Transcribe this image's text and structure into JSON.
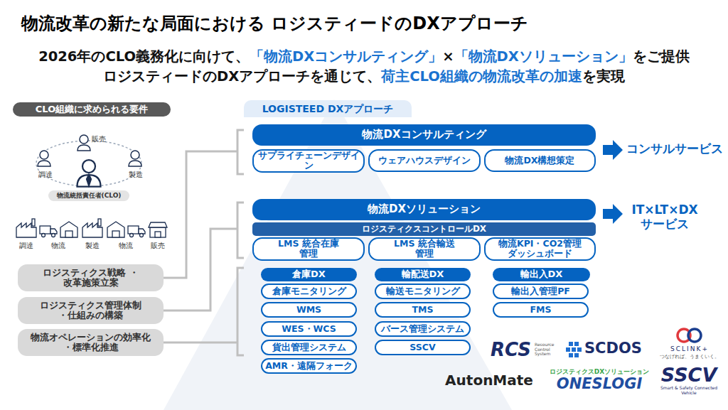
{
  "diagram": {
    "title": "物流改革の新たな局面における ロジスティードのDXアプローチ",
    "nodes": [
      {
        "text": [
          "CLO組織に求められる要件"
        ]
      },
      {
        "text": [
          "物流統括責任者(CLO)"
        ]
      },
      {
        "text": [
          "ロジスティクス戦略 ・改革施策立案"
        ]
      },
      {
        "text": [
          "ロジスティクス管理体制 ・仕組みの構築"
        ]
      },
      {
        "text": [
          "物流オペレーションの効率化 ・標準化推進"
        ]
      },
      {
        "text": [
          "LOGISTEED DXアプローチ"
        ]
      },
      {
        "text": [
          "物流DXコンサルティング"
        ]
      },
      {
        "text": [
          "サプライチェーンデザイン"
        ]
      },
      {
        "text": [
          "ウェアハウスデザイン"
        ]
      },
      {
        "text": [
          "物流DX構想策定"
        ]
      },
      {
        "text": [
          "物流DXソリューション"
        ]
      },
      {
        "text": [
          "ロジスティクスコントロールDX"
        ]
      },
      {
        "text": [
          "LMS 統合在庫管理"
        ]
      },
      {
        "text": [
          "LMS 統合輸送管理"
        ]
      },
      {
        "text": [
          "物流KPI・CO2管理 ダッシュボード"
        ]
      },
      {
        "text": [
          "倉庫DX"
        ]
      },
      {
        "text": [
          "倉庫モニタリング"
        ]
      },
      {
        "text": [
          "WMS"
        ]
      },
      {
        "text": [
          "WES・WCS"
        ]
      },
      {
        "text": [
          "貨出管理システム"
        ]
      },
      {
        "text": [
          "AMR・遠隔フォーク"
        ]
      },
      {
        "text": [
          "輸配送DX"
        ]
      },
      {
        "text": [
          "輸送モニタリング"
        ]
      },
      {
        "text": [
          "TMS"
        ]
      },
      {
        "text": [
          "バース管理システム"
        ]
      },
      {
        "text": [
          "SSCV"
        ]
      },
      {
        "text": [
          "輸出入DX"
        ]
      },
      {
        "text": [
          "輸出入管理PF"
        ]
      },
      {
        "text": [
          "FMS"
        ]
      }
    ],
    "labels": [
      "2026年のCLO義務化に向けて、",
      "「物流DXコンサルティング」",
      "×",
      "「物流DXソリューション」",
      "をご提供",
      "ロジスティードのDXアプローチを通じて、",
      "荷主CLO組織の物流改革の加速",
      "を実現",
      "販売",
      "調達",
      "製造",
      "調達",
      "物流",
      "製造",
      "物流",
      "販売",
      "コンサルサービス",
      "IT×LT×DX サービス",
      "RCS",
      "Resource Control System",
      "SCDOS",
      "SCLINK+",
      "つなげれば、うまくいく。",
      "AutonMate",
      "ロジスティクスDXソリューション",
      "ONESLOGI",
      "SSCV",
      "Smart & Safety Connected Vehicle"
    ]
  }
}
